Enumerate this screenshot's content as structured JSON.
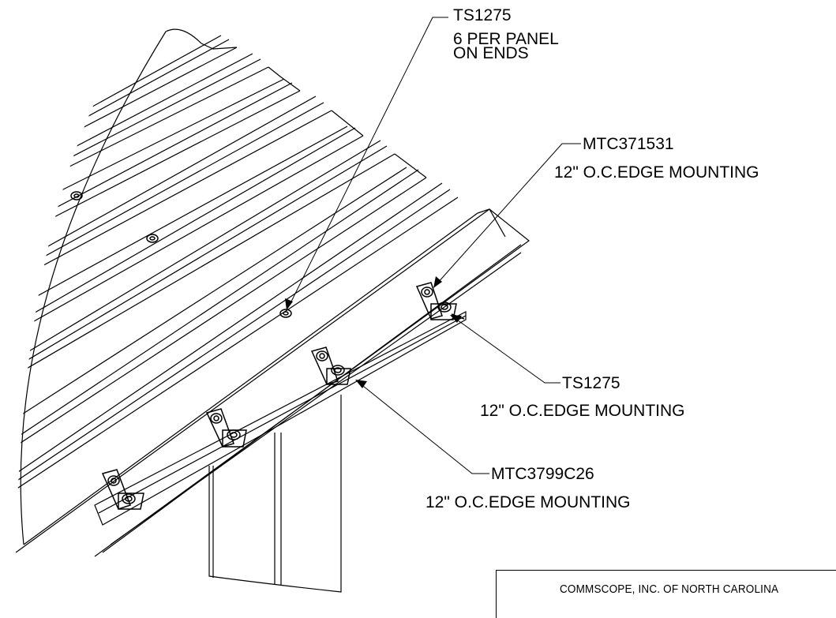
{
  "callouts": {
    "top": {
      "part": "TS1275",
      "line2": "6 PER PANEL",
      "line3": "ON ENDS"
    },
    "edge_mount_upper": {
      "part": "MTC371531",
      "note": "12\" O.C.EDGE MOUNTING"
    },
    "edge_fastener": {
      "part": "TS1275",
      "note": "12\" O.C.EDGE MOUNTING"
    },
    "edge_mount_lower": {
      "part": "MTC3799C26",
      "note": "12\" O.C.EDGE MOUNTING"
    }
  },
  "title_block": {
    "company": "COMMSCOPE, INC. OF NORTH CAROLINA"
  }
}
